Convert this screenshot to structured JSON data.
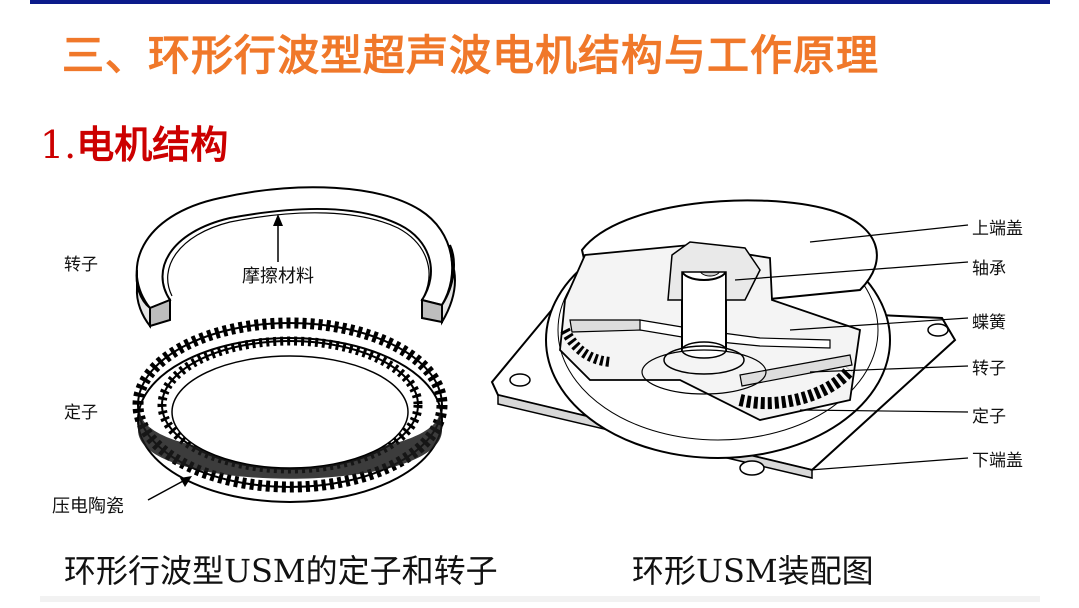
{
  "slide": {
    "title": "三、环形行波型超声波电机结构与工作原理",
    "section_number": "1.",
    "section_title": "电机结构"
  },
  "left_figure": {
    "labels": {
      "rotor": "转子",
      "friction_material": "摩擦材料",
      "stator": "定子",
      "piezo_ceramic": "压电陶瓷"
    },
    "caption": "环形行波型USM的定子和转子"
  },
  "right_figure": {
    "labels": {
      "upper_cover": "上端盖",
      "bearing": "轴承",
      "spring": "蝶簧",
      "rotor": "转子",
      "stator": "定子",
      "lower_cover": "下端盖"
    },
    "caption": "环形USM装配图"
  },
  "colors": {
    "title": "#f0782a",
    "section": "#cc0000",
    "top_rule": "#0b1a8a"
  }
}
